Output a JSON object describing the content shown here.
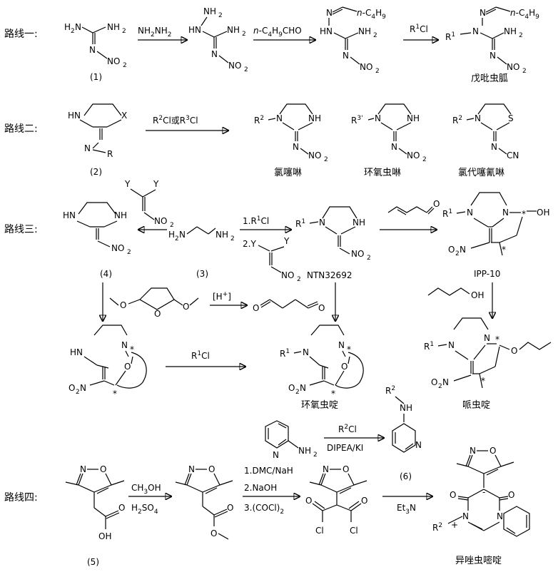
{
  "routes": {
    "r1": "路线一:",
    "r2": "路线二:",
    "r3": "路线三:",
    "r4": "路线四:"
  },
  "compounds": {
    "c1": "(1)",
    "c2": "(2)",
    "c3": "(3)",
    "c4": "(4)",
    "c5": "(5)",
    "c6": "(6)",
    "pentyl_hydrazone_product": "戊吡虫胍",
    "imidacloprid": "氯噻啉",
    "epoxy_imidacloprid": "环氧虫啉",
    "chlor_thiacloprid": "氯代噻氰啉",
    "ntn": "NTN32692",
    "ipp": "IPP-10",
    "cycloxaprid": "环氧虫啶",
    "piperazine": "哌虫啶",
    "final": "异唑虫嘧啶"
  },
  "reagents": {
    "hydrazine": "NH2NH2",
    "pentanal": "n-C4H9CHO",
    "r1cl_a": "R1Cl",
    "r2r3": "R2Cl或R3Cl",
    "r1cl_b": "1.R1Cl",
    "yyv": "2.Y",
    "hplus": "[H+]",
    "r1cl_c": "R1Cl",
    "meoh": "CH3OH",
    "h2so4": "H2SO4",
    "dmc": "1.DMC/NaH",
    "naoh": "2.NaOH",
    "oxalyl": "3.(COCl)2",
    "r2cl": "R2Cl",
    "dipea": "DIPEA/KI",
    "et3n": "Et3N"
  }
}
